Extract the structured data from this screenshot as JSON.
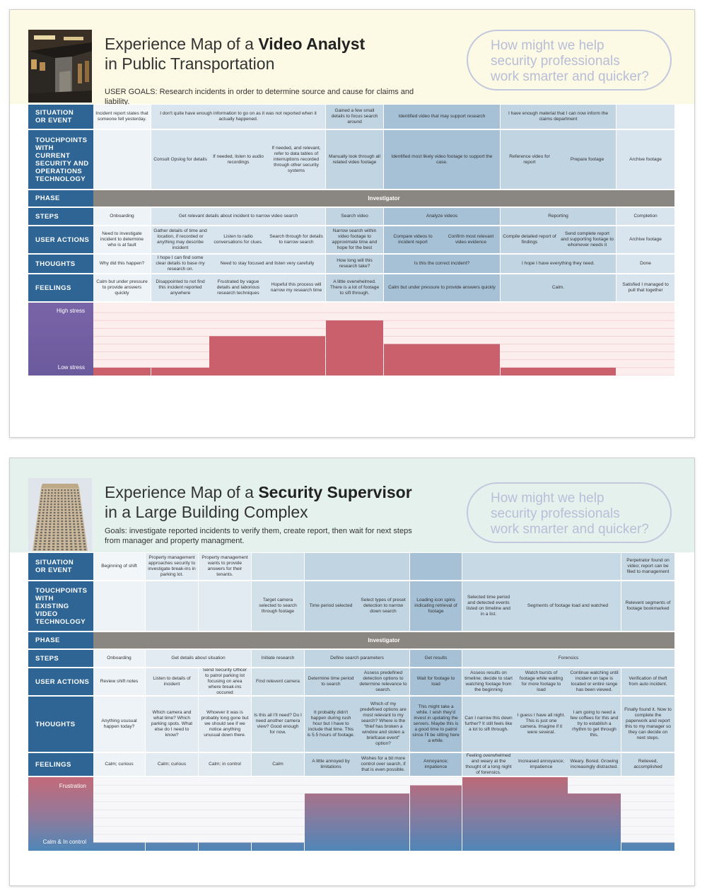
{
  "colors": {
    "label_blue": "#2e6594",
    "phase_gray": "#8a8681",
    "map1_bars": "#c9606b",
    "map2_bars_top": "#bd6a78",
    "map2_bars_bottom": "#4f86b7",
    "hmw_text": "#b8bed8"
  },
  "map1": {
    "title_prefix": "Experience Map of a ",
    "title_strong": "Video Analyst",
    "title_line2": "in Public Transportation",
    "goals": "USER GOALS: Research incidents in order to determine source and cause for claims and liability.",
    "hmw": [
      "How might we help",
      "security professionals",
      "work smarter and quicker?"
    ],
    "row_labels": {
      "situation": [
        "SITUATION",
        "OR EVENT"
      ],
      "touchpoints": [
        "TOUCHPOINTS",
        "WITH",
        "CURRENT",
        "SECURITY AND",
        "OPERATIONS",
        "TECHNOLOGY"
      ],
      "phase": [
        "PHASE"
      ],
      "steps": [
        "STEPS"
      ],
      "actions": [
        "USER ACTIONS"
      ],
      "thoughts": [
        "THOUGHTS"
      ],
      "feelings": [
        "FEELINGS"
      ]
    },
    "phase": "Investigator",
    "situation": [
      "Incident report states that someone fell yesterday.",
      "I don't quite have enough information to go on as it was not reported when it actually happened.",
      "Gained a few small details to focus search around",
      "Identified video that may support research",
      "I have enough material that I can now inform the claims department",
      ""
    ],
    "touchpoints": [
      "",
      "Consult Opslog for details",
      "If needed, listen to audio recordings",
      "If needed, and relevant, refer to data tables of interruptions recorded through other security systems",
      "Manually look through all related video footage",
      "Identified most likely video footage to support the case.",
      "Reference video for report",
      "Prepare footage",
      "Archive footage"
    ],
    "steps": [
      "Onboarding",
      "Get relevant details about incident to narrow video search",
      "Search video",
      "Analyze videos",
      "Reporting",
      "Completion"
    ],
    "actions": [
      "Need to investigate incident to determine who is at fault",
      "Gather details of time and location, if recorded or anything may describe incident",
      "Listen to radio conversations for clues.",
      "Search through for details to narrow search",
      "Narrow search within video footage to approximate time and hope for the best",
      "Compare videos to incident report",
      "Confirm most relevant video evidence",
      "Compile detailed report of findings",
      "Send complete report and supporting footage to whomever needs it",
      "Archive footage"
    ],
    "thoughts": [
      "Why did this happen?",
      "I hope I can find some clear details to base my research on.",
      "Need to stay focused and listen very carefully",
      "How long will this research take?",
      "Is this the correct incident?",
      "I hope I have everything they need.",
      "Done"
    ],
    "feelings": [
      "Calm but under pressure to provide answers quickly",
      "Disappointed to not find this incident reported anywhere",
      "Frustrated by vague details and laborious research techniques",
      "Hopeful this process will narrow my research time",
      "A little overwhelmed. There is a lot of footage to sift through.",
      "Calm but under pressure to provide answers quickly",
      "Calm.",
      "Satisfied I managed to pull that together"
    ],
    "graph_labels": {
      "high": "High stress",
      "low": "Low stress"
    }
  },
  "map2": {
    "title_prefix": "Experience Map of a ",
    "title_strong": "Security Supervisor",
    "title_line2": "in a Large Building Complex",
    "goals": "Goals: investigate reported incidents to verify them, create report, then wait for next steps from manager and property managment.",
    "hmw": [
      "How might we help",
      "security professionals",
      "work smarter and quicker?"
    ],
    "row_labels": {
      "situation": [
        "SITUATION",
        "OR EVENT"
      ],
      "touchpoints": [
        "TOUCHPOINTS",
        "WITH",
        "EXISTING",
        "VIDEO",
        "TECHNOLOGY"
      ],
      "phase": [
        "PHASE"
      ],
      "steps": [
        "STEPS"
      ],
      "actions": [
        "USER ACTIONS"
      ],
      "thoughts": [
        "THOUGHTS"
      ],
      "feelings": [
        "FEELINGS"
      ]
    },
    "phase": "Investigator",
    "situation": [
      "Beginning of shift",
      "Property management approaches security to investigate break-ins in parking lot.",
      "Property management wants to provide answers for their tenants.",
      "",
      "",
      "",
      "",
      "Perpetrator found on video; report can be filed to management"
    ],
    "touchpoints": [
      "",
      "",
      "",
      "Target camera selected to search through footage",
      "Time period selected",
      "Select types of preset detection to narrow down search",
      "Loading icon spins indicating retrieval of footage",
      "Selected time period and detected events listed on timeline and in a list.",
      "Segments of footage load and watched",
      "Relevent segments of footage bookmarked"
    ],
    "steps": [
      "Onboarding",
      "Get details about situation",
      "Initiate research",
      "Define search parameters",
      "Get results",
      "Forensics"
    ],
    "actions": [
      "Review shift notes",
      "Listen to details of incident",
      "Send Security Officer to patrol parking lot focusing on area where break-ins occured",
      "Find relevent camera",
      "Determine time period to search",
      "Assess predefined detection options to determine relevance to search.",
      "Wait for footage to load",
      "Assess results on timeline; decide to start watching footage from the beginning",
      "Watch bursts of footage while waiting for more footage to load",
      "Continue watching until incident on tape is located or entire range has been viewed.",
      "Verification of theft from auto incident."
    ],
    "thoughts": [
      "Anything ususual happen today?",
      "Which camera and what time? Which parking spots. What else do I need to know?",
      "Whoever it was is probably long gone but we should see if we notice anything unusual down there.",
      "Is this all I'll need? Do I need another camera view? Good enough for now.",
      "It probably didn't happen during rush hour but I have to include that time. This is 5.5 hours of footage.",
      "Which of my predefined options are most relevant to my search? Where is the \"thief has broken a window and stolen a briefcase event\" option?",
      "This might take a while. I wish they'd invest in updating the servers. Maybe this is a good time to patrol since I'll be sitting here a while.",
      "Can I narrow this down further? It still feels like a lot to sift through.",
      "I guess I have all night. This is just one camera. Imagine if it were several.",
      "I am going to need a few coffees for this and try to establish a rhythm to get through this.",
      "Finally found it. Now to complete the paperwork and report this to my manager so they can decide on next steps."
    ],
    "feelings": [
      "Calm; curious",
      "Calm; curious",
      "Calm; in control",
      "Calm",
      "A little annoyed by limitations",
      "Wishes for a bit more control over search, if that is even possible.",
      "Annoyance; impatience",
      "Feeling overwhelmed and weary at the thought of a long night of forensics.",
      "Increased annoyance; impatience",
      "Weary. Bored. Growing increasingly distracted.",
      "Relieved, accomplished"
    ],
    "graph_labels": {
      "high": "Frustration",
      "low": "Calm & In control"
    }
  },
  "chart_data": [
    {
      "type": "bar",
      "title": "",
      "categories": [
        "Onboarding",
        "Get relevant details (gather)",
        "Get relevant details (radio)",
        "Get relevant details (search through)",
        "Search video",
        "Analyze videos",
        "Reporting (compile)",
        "Reporting (send)",
        "Completion"
      ],
      "values": [
        1,
        1,
        5,
        5,
        7,
        4,
        1,
        1,
        0
      ],
      "ylim": [
        0,
        8
      ],
      "ylabel": "",
      "axis_labels": {
        "top": "High stress",
        "bottom": "Low stress"
      }
    },
    {
      "type": "bar",
      "title": "",
      "categories": [
        "Review shift notes",
        "Listen to details",
        "Send Security Officer",
        "Find relevent camera",
        "Determine time period",
        "Assess detection options",
        "Wait for footage",
        "Assess results",
        "Watch bursts",
        "Continue watching",
        "Verification"
      ],
      "values": [
        1,
        1,
        1,
        1,
        7,
        7,
        8,
        9,
        9,
        7,
        1
      ],
      "ylim": [
        0,
        9
      ],
      "ylabel": "",
      "axis_labels": {
        "top": "Frustration",
        "bottom": "Calm & In control"
      }
    }
  ]
}
